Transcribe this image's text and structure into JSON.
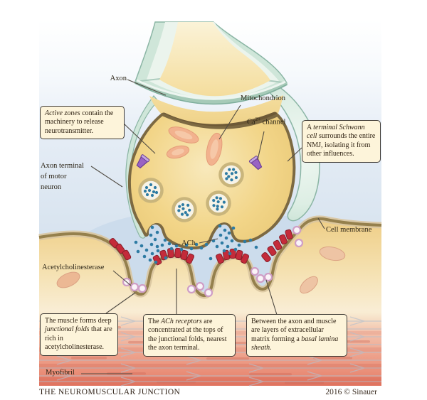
{
  "footer": {
    "title": "THE NEUROMUSCULAR JUNCTION",
    "credit": "2016 © Sinauer"
  },
  "labels": {
    "axon": "Axon",
    "mitochondrion": "Mitochondrion",
    "ca_channel": {
      "base": "Ca",
      "sup": "2+",
      "rest": " channel"
    },
    "axon_terminal": {
      "line1": "Axon terminal",
      "line2": "of motor",
      "line3": "neuron"
    },
    "cell_membrane": "Cell membrane",
    "ach": "ACh",
    "acetylcholinesterase": "Acetylcholinesterase",
    "myofibril": "Myofibril"
  },
  "callouts": {
    "active_zones": {
      "pre": "",
      "italic": "Active zones",
      "post": " contain the machinery to release neurotransmitter."
    },
    "schwann": {
      "pre": "A ",
      "italic": "terminal Schwann cell",
      "post": " surrounds the entire NMJ, isolating it from other influences."
    },
    "junctional_folds": {
      "pre": "The muscle forms deep ",
      "italic": "junctional folds",
      "post": " that are rich in acetylcholinesterase."
    },
    "ach_receptors": {
      "pre": "The ",
      "italic": "ACh receptors",
      "post": " are concentrated at the tops of the junctional folds, nearest the axon terminal."
    },
    "basal_lamina": {
      "pre": "Between the axon and muscle are layers of extracellular matrix forming a ",
      "italic": "basal lamina sheath",
      "post": "."
    }
  },
  "colors": {
    "schwann_teal": "#cfe6d9",
    "axon_yellow": "#f1d386",
    "membrane_brown": "#7c6942",
    "receptor_red": "#c42b3a",
    "ach_dot_blue": "#2e7ba3",
    "ca_channel_purple": "#9a63c3",
    "callout_bg": "#fdf4da",
    "muscle_yellow": "#eecd84",
    "myofibril_red": "#e87f6b",
    "cleft_blue": "#ccdcec"
  }
}
